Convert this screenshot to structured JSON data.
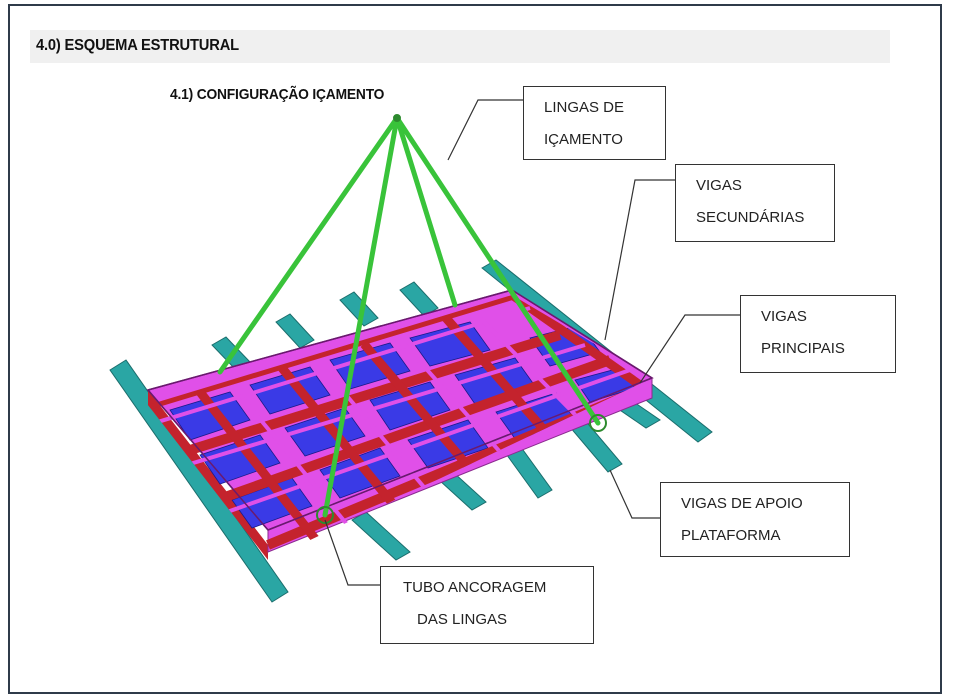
{
  "section": {
    "title": "4.0) ESQUEMA ESTRUTURAL"
  },
  "subsection": {
    "title": "4.1) CONFIGURAÇÃO IÇAMENTO"
  },
  "callouts": {
    "lifting_slings": {
      "line1": "LINGAS DE",
      "line2": "IÇAMENTO"
    },
    "secondary_beams": {
      "line1": "VIGAS",
      "line2": "SECUNDÁRIAS"
    },
    "main_beams": {
      "line1": "VIGAS",
      "line2": "PRINCIPAIS"
    },
    "platform_support_beams": {
      "line1": "VIGAS DE APOIO",
      "line2": "PLATAFORMA"
    },
    "sling_anchor_tube": {
      "line1": "TUBO ANCORAGEM",
      "line2": "DAS LINGAS"
    }
  },
  "colors": {
    "sling": "#39c33a",
    "main_beam": "#c4232d",
    "secondary_beam": "#e050e8",
    "deck_panel": "#3a3ae6",
    "support_beam": "#2aa6a4",
    "frame_border": "#2f3b4a"
  }
}
